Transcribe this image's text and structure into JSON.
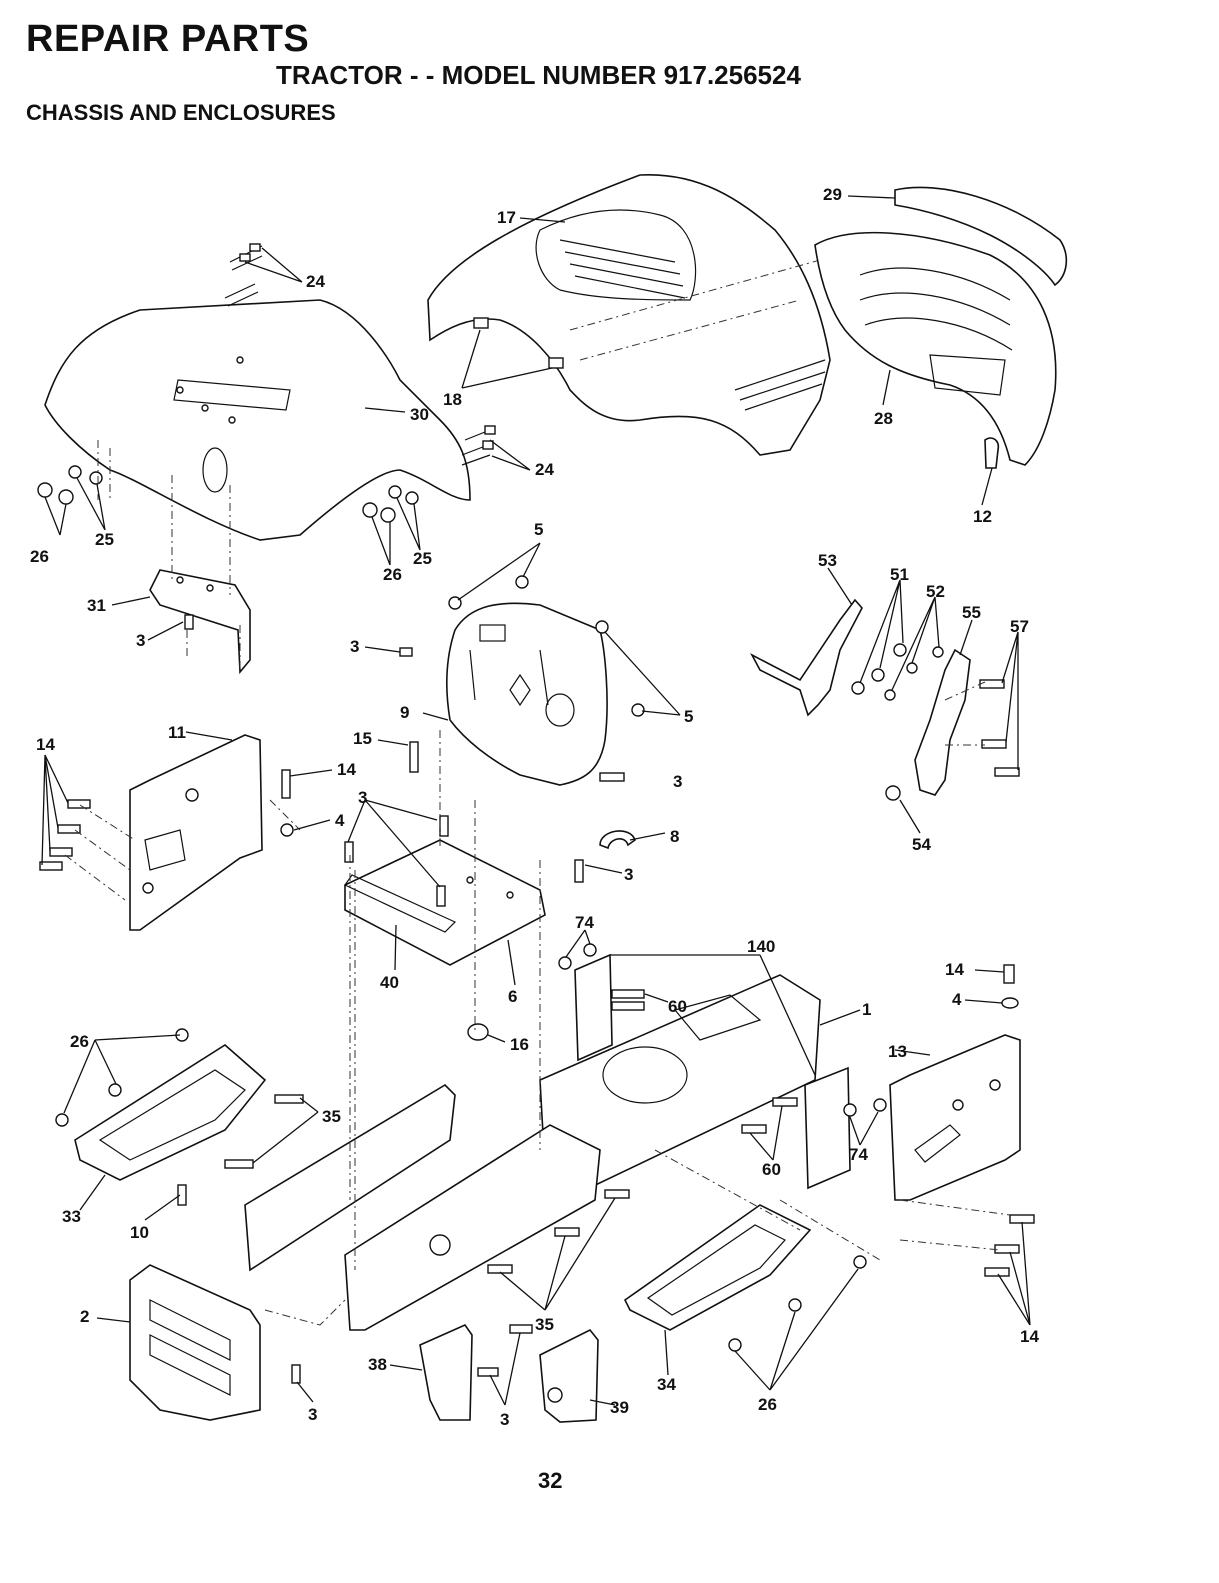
{
  "header": {
    "title": "REPAIR PARTS",
    "subtitle": "TRACTOR - - MODEL NUMBER 917.256524",
    "section": "CHASSIS AND ENCLOSURES"
  },
  "page_number": "32",
  "callouts": {
    "c17": "17",
    "c29": "29",
    "c24a": "24",
    "c24b": "24",
    "c30": "30",
    "c18": "18",
    "c28": "28",
    "c12": "12",
    "c25a": "25",
    "c26a": "26",
    "c25b": "25",
    "c26b": "26",
    "c5a": "5",
    "c5b": "5",
    "c31": "31",
    "c3a": "3",
    "c3b": "3",
    "c9": "9",
    "c53": "53",
    "c51": "51",
    "c52": "52",
    "c55": "55",
    "c57": "57",
    "c14a": "14",
    "c11": "11",
    "c15": "15",
    "c14b": "14",
    "c3c": "3",
    "c4a": "4",
    "c3d": "3",
    "c8": "8",
    "c54": "54",
    "c3e": "3",
    "c74a": "74",
    "c40": "40",
    "c6": "6",
    "c140": "140",
    "c60a": "60",
    "c14c": "14",
    "c4b": "4",
    "c1": "1",
    "c26c": "26",
    "c16": "16",
    "c13": "13",
    "c35a": "35",
    "c74b": "74",
    "c60b": "60",
    "c33": "33",
    "c10": "10",
    "c2": "2",
    "c35b": "35",
    "c14d": "14",
    "c38": "38",
    "c3f": "3",
    "c3g": "3",
    "c39": "39",
    "c34": "34",
    "c26d": "26"
  }
}
